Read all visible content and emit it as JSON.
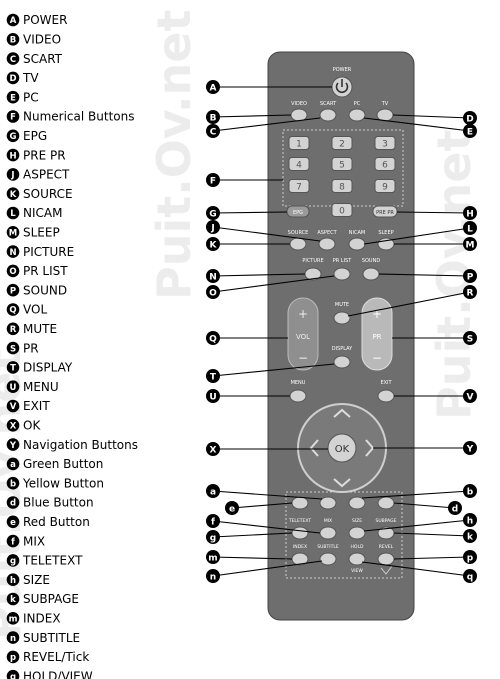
{
  "legend": [
    {
      "badge": "A",
      "text": "POWER"
    },
    {
      "badge": "B",
      "text": "VIDEO"
    },
    {
      "badge": "C",
      "text": "SCART"
    },
    {
      "badge": "D",
      "text": "TV"
    },
    {
      "badge": "E",
      "text": "PC"
    },
    {
      "badge": "F",
      "text": "Numerical Buttons"
    },
    {
      "badge": "G",
      "text": "EPG"
    },
    {
      "badge": "H",
      "text": "PRE PR"
    },
    {
      "badge": "J",
      "text": "ASPECT"
    },
    {
      "badge": "K",
      "text": "SOURCE"
    },
    {
      "badge": "L",
      "text": "NICAM"
    },
    {
      "badge": "M",
      "text": "SLEEP"
    },
    {
      "badge": "N",
      "text": "PICTURE"
    },
    {
      "badge": "O",
      "text": "PR LIST"
    },
    {
      "badge": "P",
      "text": "SOUND"
    },
    {
      "badge": "Q",
      "text": "VOL"
    },
    {
      "badge": "R",
      "text": "MUTE"
    },
    {
      "badge": "S",
      "text": "PR"
    },
    {
      "badge": "T",
      "text": "DISPLAY"
    },
    {
      "badge": "U",
      "text": "MENU"
    },
    {
      "badge": "V",
      "text": "EXIT"
    },
    {
      "badge": "X",
      "text": "OK"
    },
    {
      "badge": "Y",
      "text": "Navigation Buttons"
    },
    {
      "badge": "a",
      "text": "Green Button"
    },
    {
      "badge": "b",
      "text": "Yellow Button"
    },
    {
      "badge": "d",
      "text": "Blue Button"
    },
    {
      "badge": "e",
      "text": "Red Button"
    },
    {
      "badge": "f",
      "text": "MIX"
    },
    {
      "badge": "g",
      "text": "TELETEXT"
    },
    {
      "badge": "h",
      "text": "SIZE"
    },
    {
      "badge": "k",
      "text": "SUBPAGE"
    },
    {
      "badge": "m",
      "text": "INDEX"
    },
    {
      "badge": "n",
      "text": "SUBTITLE"
    },
    {
      "badge": "p",
      "text": "REVEL/Tick"
    },
    {
      "badge": "q",
      "text": "HOLD/VIEW"
    }
  ],
  "remote": {
    "power": "POWER",
    "video": "VIDEO",
    "scart": "SCART",
    "pc": "PC",
    "tv": "TV",
    "digits": [
      "1",
      "2",
      "3",
      "4",
      "5",
      "6",
      "7",
      "8",
      "9",
      "0"
    ],
    "epg": "EPG",
    "prepr": "PRE PR",
    "source": "SOURCE",
    "aspect": "ASPECT",
    "nicam": "NICAM",
    "sleep": "SLEEP",
    "picture": "PICTURE",
    "prlist": "PR LIST",
    "sound": "SOUND",
    "mute": "MUTE",
    "display": "DISPLAY",
    "vol": "VOL",
    "pr": "PR",
    "plus": "+",
    "minus": "−",
    "menu": "MENU",
    "exit": "EXIT",
    "ok": "OK",
    "teletext": "TELETEXT",
    "mix": "MIX",
    "size": "SIZE",
    "subpage": "SUBPAGE",
    "index": "INDEX",
    "subtitle": "SUBTITLE",
    "hold": "HOLD",
    "revel": "REVEL",
    "view": "VIEW"
  },
  "callouts": {
    "left": [
      "A",
      "B",
      "C",
      "F",
      "G",
      "J",
      "K",
      "N",
      "O",
      "Q",
      "T",
      "U",
      "X",
      "a",
      "e",
      "f",
      "g",
      "m",
      "n"
    ],
    "right": [
      "D",
      "E",
      "H",
      "L",
      "M",
      "P",
      "R",
      "S",
      "V",
      "Y",
      "b",
      "d",
      "h",
      "k",
      "p",
      "q"
    ]
  },
  "watermark": "Puit.Ov.net",
  "colors": {
    "remote_body": "#6e6e6e",
    "button": "#d3d3d3",
    "badge": "#000000"
  }
}
